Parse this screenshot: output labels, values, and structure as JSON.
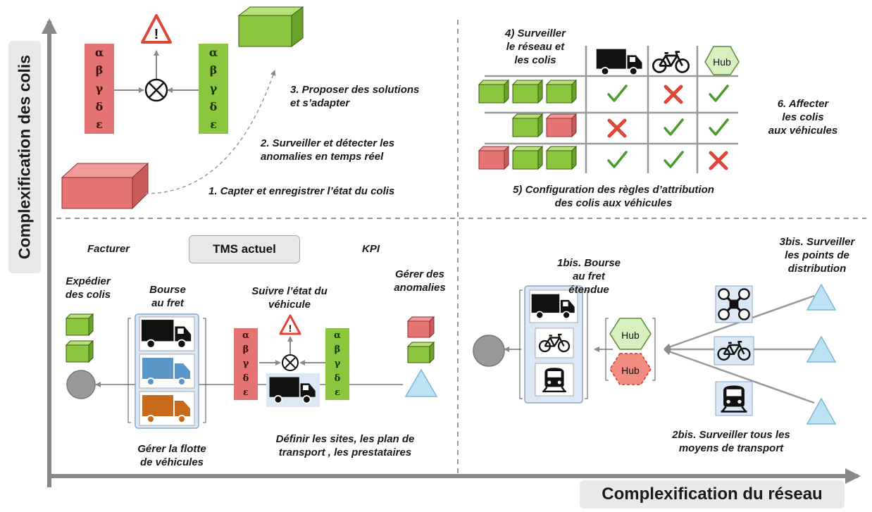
{
  "axes": {
    "x_title": "Complexification du réseau",
    "y_title": "Complexification des colis"
  },
  "q1": {
    "step1": "1. Capter et enregistrer l’état du colis",
    "step2_l1": "2. Surveiller et détecter les",
    "step2_l2": "anomalies en temps réel",
    "step3_l1": "3. Proposer des solutions",
    "step3_l2": "et s’adapter",
    "matrix_symbols": [
      "α",
      "β",
      "γ",
      "δ",
      "ε"
    ],
    "warning_symbol": "!"
  },
  "q2": {
    "step4_l1": "4) Surveiller",
    "step4_l2": "le réseau et",
    "step4_l3": "les colis",
    "step5_l1": "5) Configuration des règles d’attribution",
    "step5_l2": "des colis aux véhicules",
    "step6_l1": "6. Affecter",
    "step6_l2": "les colis",
    "step6_l3": "aux véhicules",
    "hub_label": "Hub",
    "columns": [
      "truck-icon",
      "bicycle-icon",
      "hub-icon"
    ],
    "rows": [
      {
        "parcels": [
          "green",
          "green",
          "green"
        ],
        "marks": [
          "check",
          "cross",
          "check"
        ]
      },
      {
        "parcels": [
          "green",
          "red"
        ],
        "marks": [
          "cross",
          "check",
          "check"
        ]
      },
      {
        "parcels": [
          "red",
          "green",
          "green"
        ],
        "marks": [
          "check",
          "check",
          "cross"
        ]
      }
    ],
    "colors": {
      "check": "#4a9a2a",
      "cross": "#e0453a"
    }
  },
  "q3": {
    "tms": "TMS actuel",
    "facturer": "Facturer",
    "kpi": "KPI",
    "expedier_l1": "Expédier",
    "expedier_l2": "des colis",
    "bourse_l1": "Bourse",
    "bourse_l2": "au fret",
    "suivre_l1": "Suivre l’état du",
    "suivre_l2": "véhicule",
    "gerer_anom_l1": "Gérer des",
    "gerer_anom_l2": "anomalies",
    "gerer_flotte_l1": "Gérer la flotte",
    "gerer_flotte_l2": "de véhicules",
    "definir_l1": "Définir les sites, les plan de",
    "definir_l2": "transport , les prestataires"
  },
  "q4": {
    "bourse_l1": "1bis. Bourse",
    "bourse_l2": "au fret",
    "bourse_l3": "étendue",
    "step2bis_l1": "2bis. Surveiller tous les",
    "step2bis_l2": "moyens de transport",
    "step3bis_l1": "3bis. Surveiller",
    "step3bis_l2": "les points de",
    "step3bis_l3": "distribution",
    "hub_label": "Hub"
  },
  "colors": {
    "parcel_green": "#8cc63f",
    "parcel_red": "#e57373",
    "hub_green": "#d8efc0",
    "hub_red": "#f28b82",
    "triangle": "#bde3f3",
    "axis": "#888888"
  }
}
